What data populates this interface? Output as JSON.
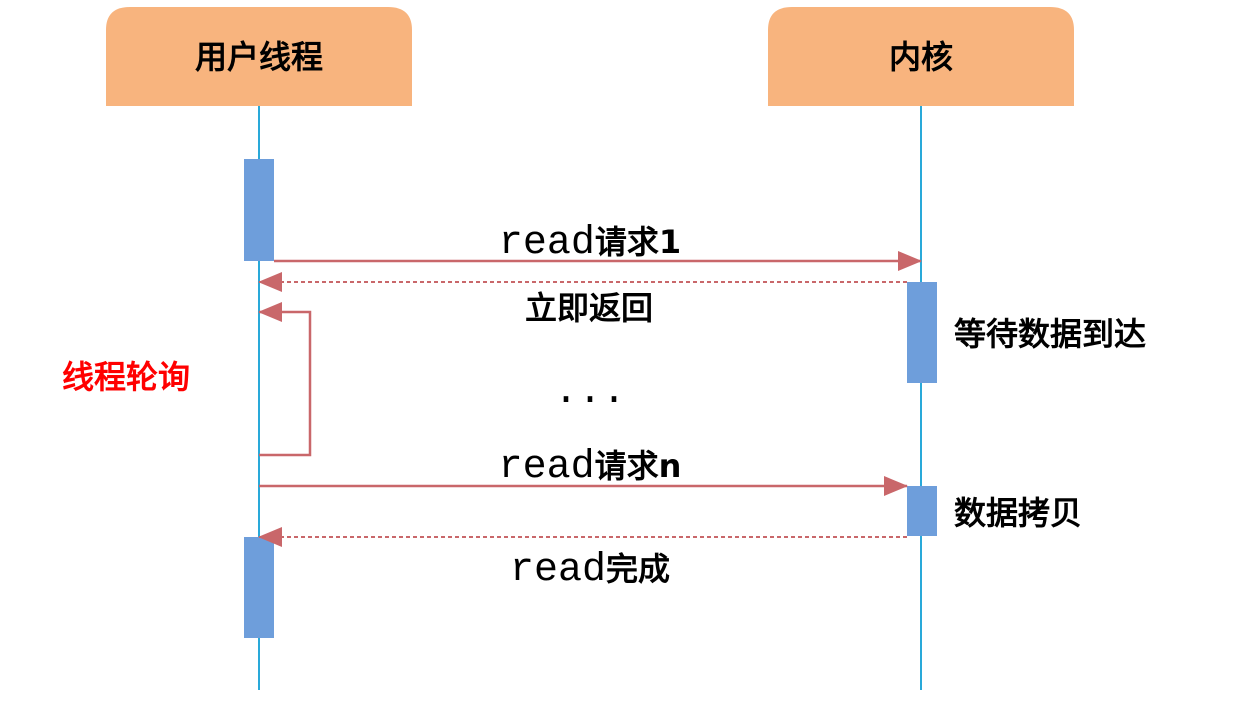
{
  "colors": {
    "header_fill": "#f8b47e",
    "lifeline": "#29a9d9",
    "activation": "#6e9edb",
    "arrow": "#c9676a",
    "text": "#000000",
    "highlight_text": "#ff0000"
  },
  "participants": {
    "user_thread": "用户线程",
    "kernel": "内核"
  },
  "messages": {
    "read_request_1": {
      "prefix": "read",
      "suffix": "请求1"
    },
    "immediate_return": "立即返回",
    "ellipsis": "...",
    "read_request_n": {
      "prefix": "read",
      "suffix": "请求n"
    },
    "read_complete": {
      "prefix": "read",
      "suffix": "完成"
    }
  },
  "notes": {
    "polling": "线程轮询",
    "wait_data": "等待数据到达",
    "data_copy": "数据拷贝"
  }
}
